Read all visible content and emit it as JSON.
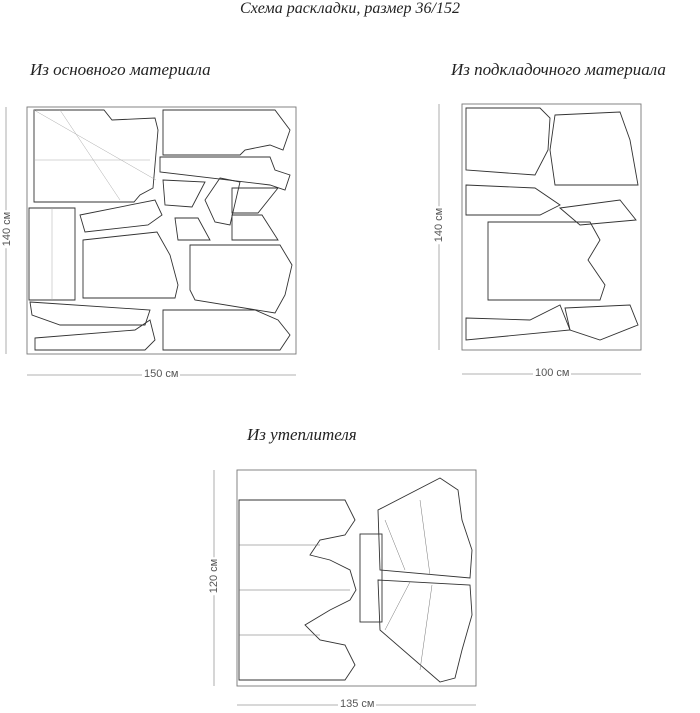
{
  "title": "Схема раскладки, размер 36/152",
  "sections": [
    {
      "heading": "Из основного материала",
      "height_label": "140 см",
      "width_label": "150 см"
    },
    {
      "heading": "Из подкладочного материала",
      "height_label": "140 см",
      "width_label": "100 см"
    },
    {
      "heading": "Из утеплителя",
      "height_label": "120 см",
      "width_label": "135 см"
    }
  ]
}
